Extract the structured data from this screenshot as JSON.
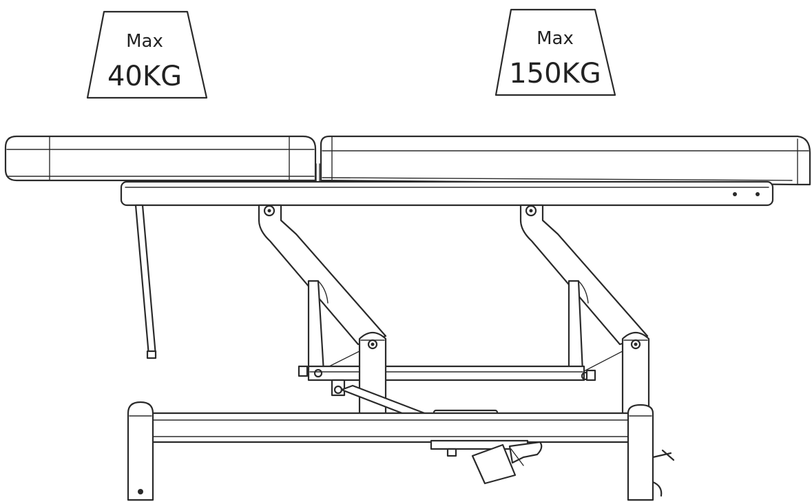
{
  "weight_labels": {
    "head": {
      "line1": "Max",
      "line2": "40KG"
    },
    "body": {
      "line1": "Max",
      "line2": "150KG"
    }
  },
  "colors": {
    "line": "#2a2a2a",
    "background": "#ffffff"
  }
}
